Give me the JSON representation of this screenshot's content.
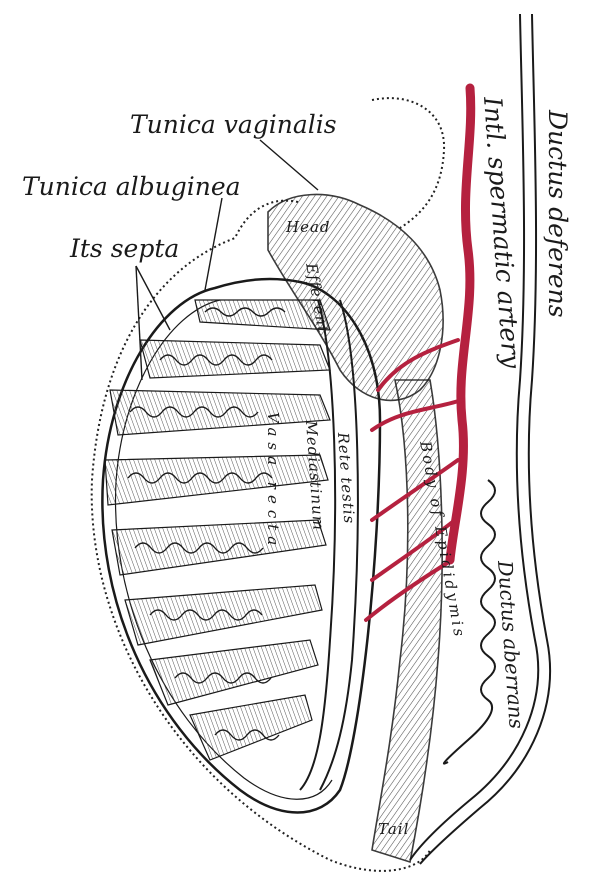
{
  "labels": {
    "tunica_vaginalis": "Tunica vaginalis",
    "tunica_albuginea": "Tunica albuginea",
    "its_septa": "Its septa",
    "ductus_deferens": "Ductus deferens",
    "int_spermatic_artery": "Intl. spermatic artery",
    "ductus_aberrans": "Ductus aberrans",
    "head": "Head",
    "efferent": "Efferent",
    "vasa_recta": "Vasa recta",
    "mediastinum": "Mediastinum",
    "rete_testis": "Rete testis",
    "body_of_epididymis": "Body of Epididymis",
    "tail": "Tail"
  },
  "colors": {
    "ink": "#1a1a1a",
    "artery": "#b5213f",
    "paper": "#ffffff"
  }
}
